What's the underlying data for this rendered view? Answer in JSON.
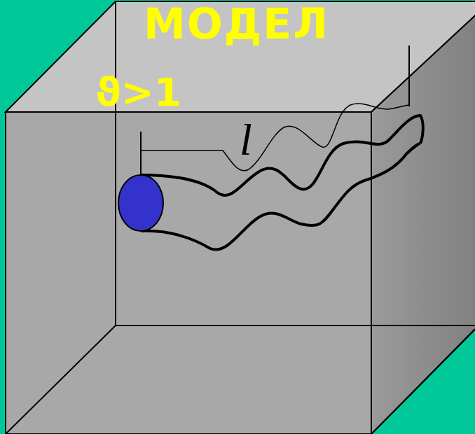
{
  "diagram": {
    "title": "МОДЕЛ",
    "labels": [
      "ϑ>1",
      "l"
    ]
  }
}
